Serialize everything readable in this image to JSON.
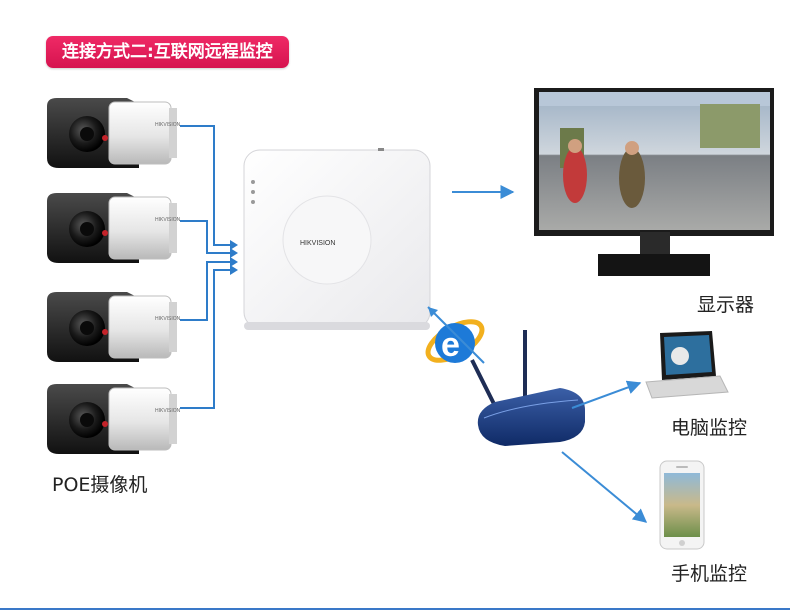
{
  "header": {
    "title": "连接方式二:互联网远程监控"
  },
  "labels": {
    "cameras": "POE摄像机",
    "monitor": "显示器",
    "computer": "电脑监控",
    "phone": "手机监控"
  },
  "nvr": {
    "brand": "HIKVISION"
  },
  "colors": {
    "accent": "#e0185a",
    "connector": "#2e7cc9",
    "arrow": "#3b8cd6"
  }
}
